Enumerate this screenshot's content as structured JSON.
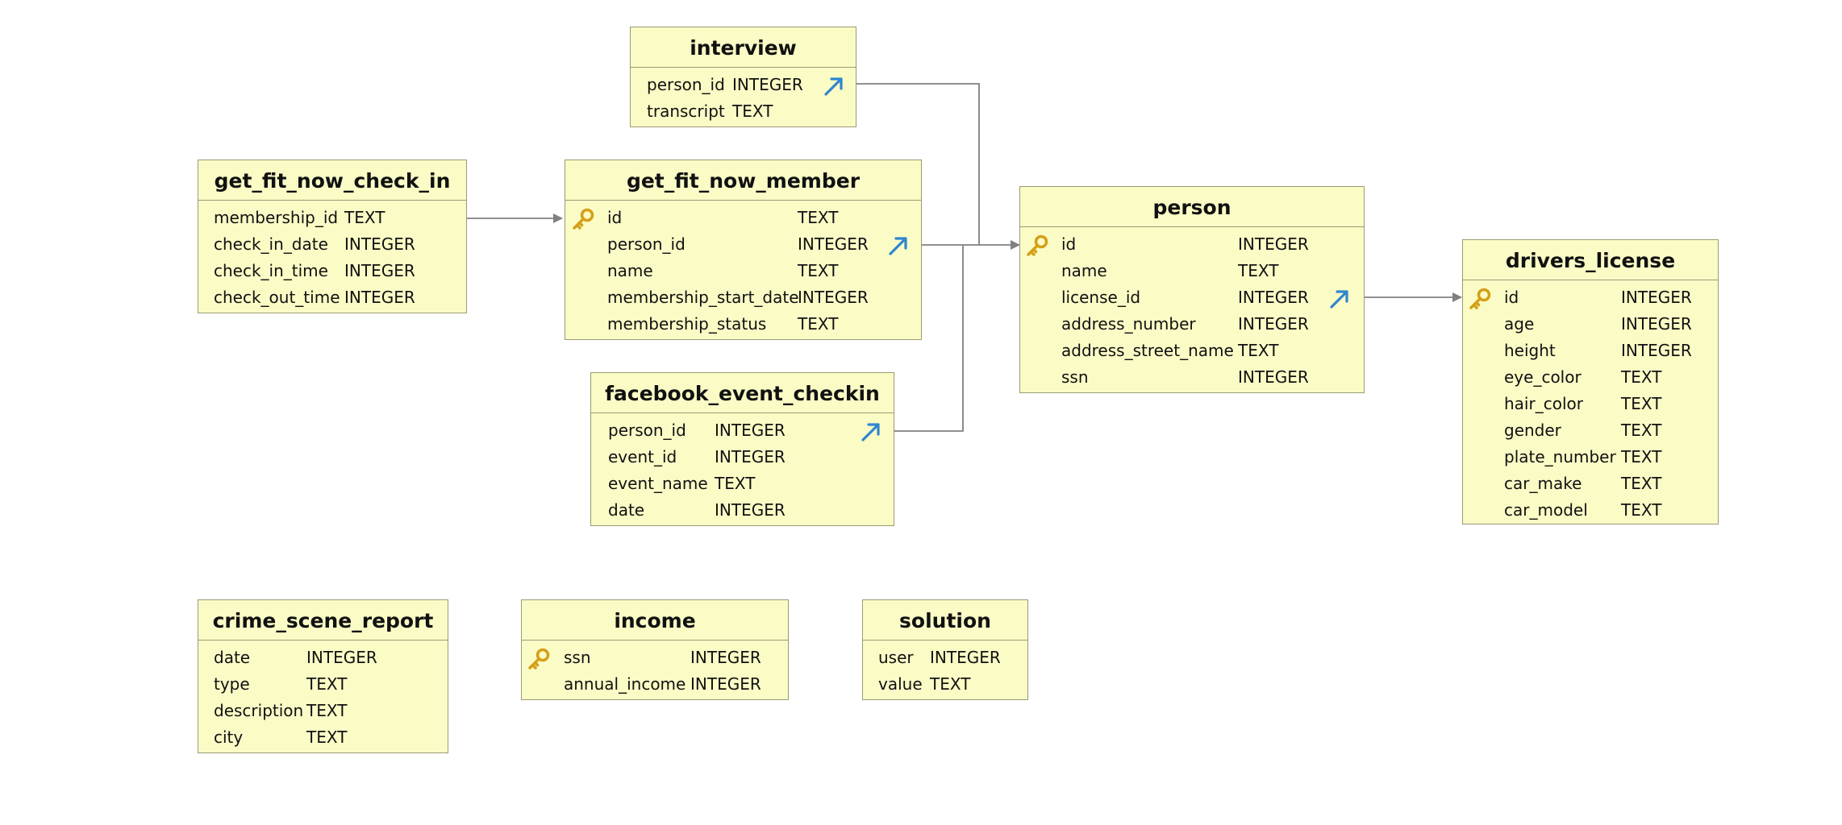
{
  "tables": {
    "interview": {
      "title": "interview",
      "columns": [
        {
          "name": "person_id",
          "type": "INTEGER",
          "fk": true
        },
        {
          "name": "transcript",
          "type": "TEXT"
        }
      ]
    },
    "get_fit_now_check_in": {
      "title": "get_fit_now_check_in",
      "columns": [
        {
          "name": "membership_id",
          "type": "TEXT"
        },
        {
          "name": "check_in_date",
          "type": "INTEGER"
        },
        {
          "name": "check_in_time",
          "type": "INTEGER"
        },
        {
          "name": "check_out_time",
          "type": "INTEGER"
        }
      ]
    },
    "get_fit_now_member": {
      "title": "get_fit_now_member",
      "columns": [
        {
          "name": "id",
          "type": "TEXT",
          "pk": true
        },
        {
          "name": "person_id",
          "type": "INTEGER",
          "fk": true
        },
        {
          "name": "name",
          "type": "TEXT"
        },
        {
          "name": "membership_start_date",
          "type": "INTEGER"
        },
        {
          "name": "membership_status",
          "type": "TEXT"
        }
      ]
    },
    "facebook_event_checkin": {
      "title": "facebook_event_checkin",
      "columns": [
        {
          "name": "person_id",
          "type": "INTEGER",
          "fk": true
        },
        {
          "name": "event_id",
          "type": "INTEGER"
        },
        {
          "name": "event_name",
          "type": "TEXT"
        },
        {
          "name": "date",
          "type": "INTEGER"
        }
      ]
    },
    "person": {
      "title": "person",
      "columns": [
        {
          "name": "id",
          "type": "INTEGER",
          "pk": true
        },
        {
          "name": "name",
          "type": "TEXT"
        },
        {
          "name": "license_id",
          "type": "INTEGER",
          "fk": true
        },
        {
          "name": "address_number",
          "type": "INTEGER"
        },
        {
          "name": "address_street_name",
          "type": "TEXT"
        },
        {
          "name": "ssn",
          "type": "INTEGER"
        }
      ]
    },
    "drivers_license": {
      "title": "drivers_license",
      "columns": [
        {
          "name": "id",
          "type": "INTEGER",
          "pk": true
        },
        {
          "name": "age",
          "type": "INTEGER"
        },
        {
          "name": "height",
          "type": "INTEGER"
        },
        {
          "name": "eye_color",
          "type": "TEXT"
        },
        {
          "name": "hair_color",
          "type": "TEXT"
        },
        {
          "name": "gender",
          "type": "TEXT"
        },
        {
          "name": "plate_number",
          "type": "TEXT"
        },
        {
          "name": "car_make",
          "type": "TEXT"
        },
        {
          "name": "car_model",
          "type": "TEXT"
        }
      ]
    },
    "crime_scene_report": {
      "title": "crime_scene_report",
      "columns": [
        {
          "name": "date",
          "type": "INTEGER"
        },
        {
          "name": "type",
          "type": "TEXT"
        },
        {
          "name": "description",
          "type": "TEXT"
        },
        {
          "name": "city",
          "type": "TEXT"
        }
      ]
    },
    "income": {
      "title": "income",
      "columns": [
        {
          "name": "ssn",
          "type": "INTEGER",
          "pk": true
        },
        {
          "name": "annual_income",
          "type": "INTEGER"
        }
      ]
    },
    "solution": {
      "title": "solution",
      "columns": [
        {
          "name": "user",
          "type": "INTEGER"
        },
        {
          "name": "value",
          "type": "TEXT"
        }
      ]
    }
  },
  "relations": [
    {
      "from": "get_fit_now_check_in.membership_id",
      "to": "get_fit_now_member.id"
    },
    {
      "from": "interview.person_id",
      "to": "person.id"
    },
    {
      "from": "get_fit_now_member.person_id",
      "to": "person.id"
    },
    {
      "from": "facebook_event_checkin.person_id",
      "to": "person.id"
    },
    {
      "from": "person.license_id",
      "to": "drivers_license.id"
    }
  ],
  "colors": {
    "table_fill": "#fbfbc6",
    "table_border": "#9a9a76",
    "connector": "#808080",
    "fk_icon": "#2f86cf",
    "pk_icon": "#d4a017"
  },
  "icons": {
    "primary_key": "key-icon",
    "foreign_key": "fk-arrow-icon"
  }
}
